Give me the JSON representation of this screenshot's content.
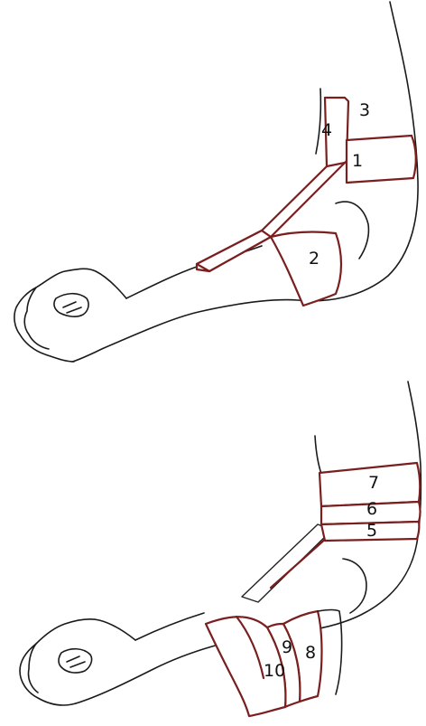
{
  "figure_top": {
    "labels": {
      "l1": "1",
      "l2": "2",
      "l3": "3",
      "l4": "4"
    }
  },
  "figure_bottom": {
    "labels": {
      "l5": "5",
      "l6": "6",
      "l7": "7",
      "l8": "8",
      "l9": "9",
      "l10": "10"
    }
  },
  "colors": {
    "tape": "#7a1f1f",
    "outline": "#1a1a1a"
  }
}
